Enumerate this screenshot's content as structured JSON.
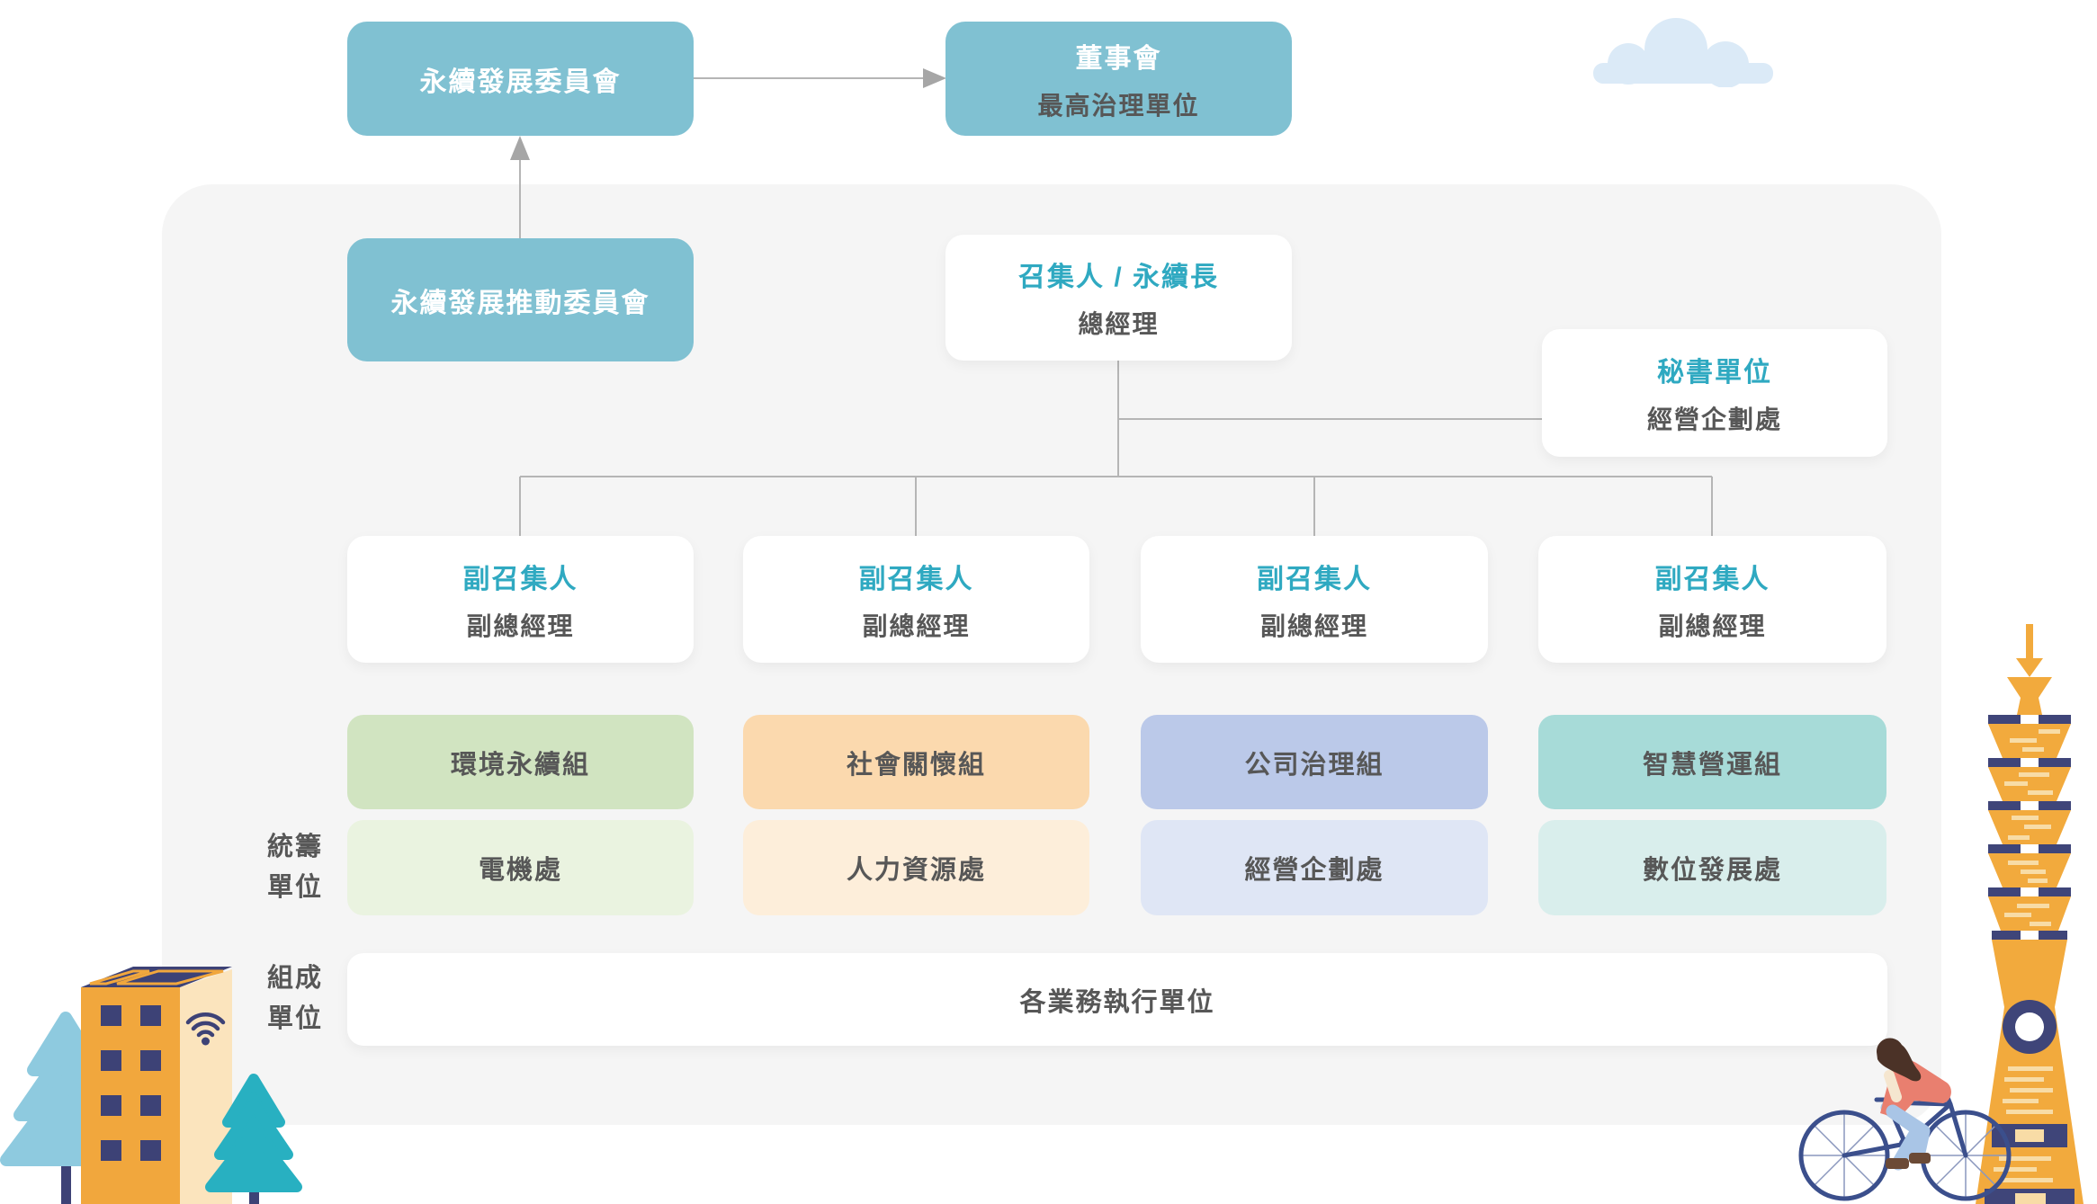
{
  "diagram": {
    "top": {
      "sustainability_committee": {
        "title": "永續發展委員會"
      },
      "board": {
        "title": "董事會",
        "subtitle": "最高治理單位"
      },
      "promotion_committee": {
        "title": "永續發展推動委員會"
      }
    },
    "convener": {
      "title": "召集人 / 永續長",
      "subtitle": "總經理"
    },
    "secretary": {
      "title": "秘書單位",
      "subtitle": "經營企劃處"
    },
    "deputies": [
      {
        "title": "副召集人",
        "subtitle": "副總經理"
      },
      {
        "title": "副召集人",
        "subtitle": "副總經理"
      },
      {
        "title": "副召集人",
        "subtitle": "副總經理"
      },
      {
        "title": "副召集人",
        "subtitle": "副總經理"
      }
    ],
    "groups": [
      {
        "label": "環境永續組",
        "color": "#d1e4c1",
        "dept": "電機處",
        "dept_color": "#eaf3e0"
      },
      {
        "label": "社會關懷組",
        "color": "#fbd9ae",
        "dept": "人力資源處",
        "dept_color": "#fdeeda"
      },
      {
        "label": "公司治理組",
        "color": "#bbc9e9",
        "dept": "經營企劃處",
        "dept_color": "#dfe6f5"
      },
      {
        "label": "智慧營運組",
        "color": "#a7dbd8",
        "dept": "數位發展處",
        "dept_color": "#d9eeec"
      }
    ],
    "side_labels": {
      "coordinating": "統籌單位",
      "component": "組成單位"
    },
    "execution": {
      "label": "各業務執行單位"
    }
  },
  "colors": {
    "accent_teal": "#2fa9c1",
    "node_teal_bg": "#80c1d2",
    "text_dark": "#575757",
    "panel_bg": "#f5f5f5",
    "connector_gray": "#b5b5b5"
  },
  "icons": {
    "cloud": "cloud-shape",
    "building": "solar-building-illustration",
    "wifi": "wifi-icon",
    "tree_left": "pine-tree-icon",
    "tree_right": "pine-tree-icon",
    "tower": "taipei-101-tower-illustration",
    "cyclist": "person-riding-bicycle-illustration",
    "arrows": "flow-arrow"
  }
}
